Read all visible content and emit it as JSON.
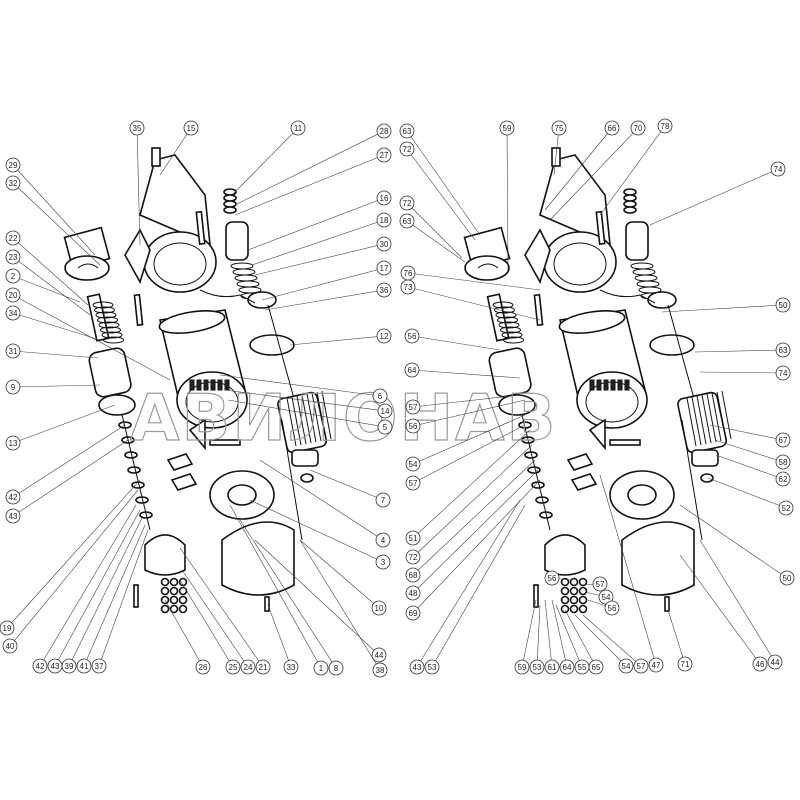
{
  "diagram": {
    "watermark": "АВИЛОНАВ",
    "left_group": {
      "callouts": [
        "35",
        "15",
        "11",
        "28",
        "27",
        "29",
        "32",
        "16",
        "18",
        "30",
        "22",
        "23",
        "17",
        "2",
        "36",
        "20",
        "34",
        "12",
        "31",
        "9",
        "6",
        "14",
        "5",
        "13",
        "7",
        "42",
        "43",
        "4",
        "3",
        "10",
        "19",
        "40",
        "44",
        "38",
        "42",
        "43",
        "39",
        "41",
        "37",
        "26",
        "25",
        "24",
        "21",
        "33",
        "1",
        "8"
      ]
    },
    "right_group": {
      "callouts": [
        "63",
        "72",
        "59",
        "75",
        "66",
        "70",
        "78",
        "74",
        "72",
        "63",
        "76",
        "73",
        "50",
        "56",
        "63",
        "64",
        "74",
        "57",
        "56",
        "67",
        "54",
        "58",
        "57",
        "62",
        "52",
        "51",
        "72",
        "68",
        "48",
        "69",
        "50",
        "56",
        "57",
        "54",
        "56",
        "71",
        "46",
        "44",
        "43",
        "53",
        "59",
        "53",
        "61",
        "64",
        "55",
        "65",
        "54",
        "57",
        "47"
      ]
    }
  }
}
